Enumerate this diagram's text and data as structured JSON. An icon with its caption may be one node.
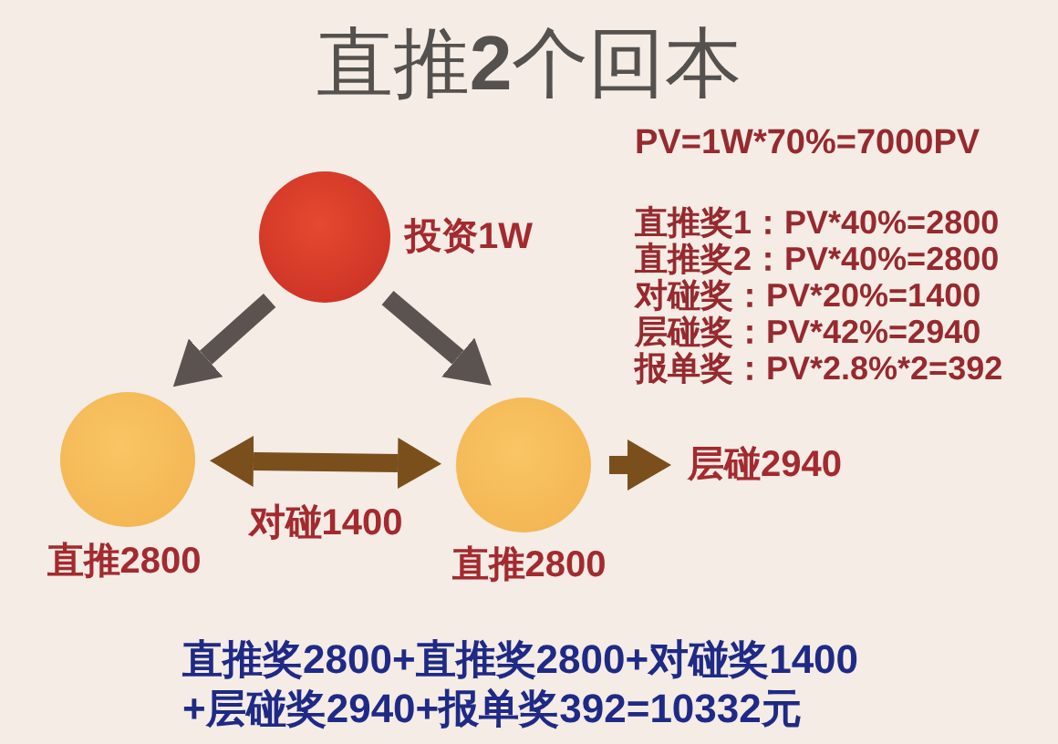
{
  "diagram": {
    "title": "直推**2**个回本",
    "nodes": [
      {
        "text": [],
        "shape": "circle",
        "beside": [
          "投资1W"
        ]
      },
      {
        "text": [],
        "shape": "circle",
        "beside": [
          "直推2800"
        ]
      },
      {
        "text": [],
        "shape": "circle",
        "beside": [
          "直推2800"
        ]
      },
      {
        "text": [
          "层碰2940"
        ]
      }
    ],
    "edges": [
      {
        "from": 0,
        "to": 1,
        "arrow": "to",
        "color": "#5a5350"
      },
      {
        "from": 0,
        "to": 2,
        "arrow": "to",
        "color": "#5a5350"
      },
      {
        "from": 1,
        "to": 2,
        "arrow": "both",
        "label": "对碰1400",
        "color": "#7b4f1c"
      },
      {
        "from": 2,
        "to": 3,
        "arrow": "to",
        "color": "#7b4f1c"
      }
    ],
    "labels": [
      "PV=1W*70%=7000PV",
      "直推奖1：PV*40%=2800",
      "直推奖2：PV*40%=2800",
      "对碰奖：PV*20%=1400",
      "层碰奖：PV*42%=2940",
      "报单奖：PV*2.8%*2=392",
      "直推奖2800+直推奖2800+对碰奖1400+层碰奖2940+报单奖392=10332元"
    ]
  }
}
